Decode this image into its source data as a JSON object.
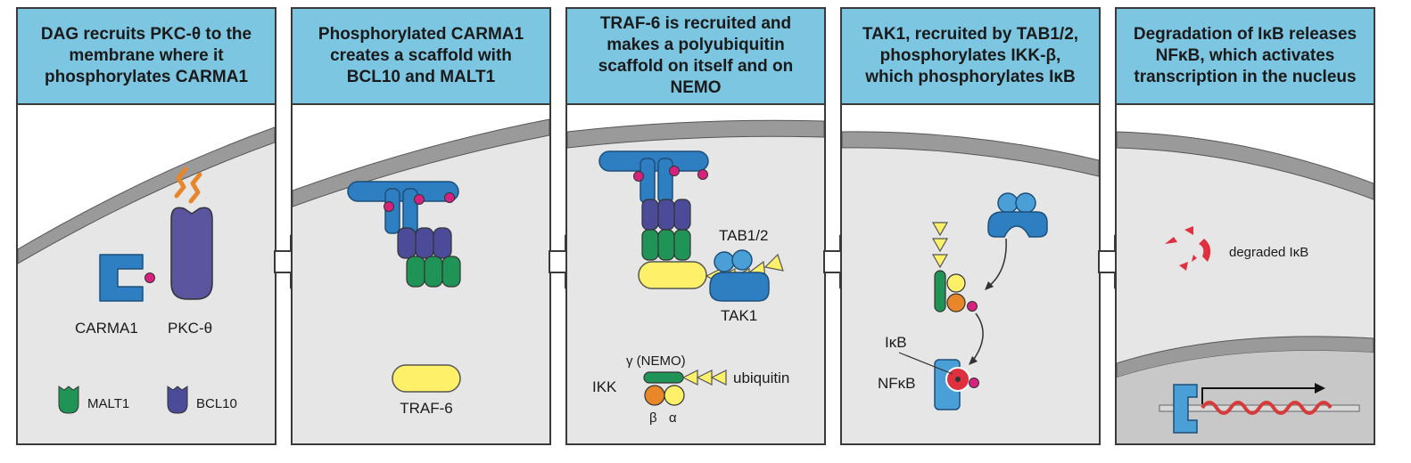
{
  "panels": [
    {
      "title": "DAG recruits PKC-θ to the membrane where it phosphorylates CARMA1",
      "labels": {
        "carma1": "CARMA1",
        "pkc": "PKC-θ",
        "malt1": "MALT1",
        "bcl10": "BCL10"
      }
    },
    {
      "title": "Phosphorylated CARMA1 creates a scaffold with BCL10 and MALT1",
      "labels": {
        "traf6": "TRAF-6"
      }
    },
    {
      "title": "TRAF-6 is recruited and makes a polyubiquitin scaffold on itself and on NEMO",
      "labels": {
        "tab12": "TAB1/2",
        "tak1": "TAK1",
        "nemo": "γ (NEMO)",
        "ikk": "IKK",
        "ubiquitin": "ubiquitin",
        "beta": "β",
        "alpha": "α"
      }
    },
    {
      "title": "TAK1, recruited by TAB1/2, phosphorylates IKK-β, which phosphorylates IκB",
      "labels": {
        "ikb": "IκB",
        "nfkb": "NFκB"
      }
    },
    {
      "title": "Degradation of IκB releases NFκB, which activates transcription in the nucleus",
      "labels": {
        "degraded": "degraded IκB"
      }
    }
  ],
  "colors": {
    "header": "#7cc6e2",
    "cytoplasm": "#e6e6e6",
    "membrane": "#9a9a9a",
    "nucleus": "#c8c8c8",
    "carma1": "#2d7fc1",
    "pkc": "#5b559f",
    "dag": "#e8862a",
    "phosphate": "#d8207e",
    "malt1": "#1f9456",
    "bcl10": "#4b4b9a",
    "traf6": "#fff06a",
    "ubiquitin": "#fff06a",
    "tab": "#4a9fd6",
    "ikk_beta": "#e8862a",
    "ikb": "#e03040",
    "dna_wave": "#d63a3a"
  }
}
